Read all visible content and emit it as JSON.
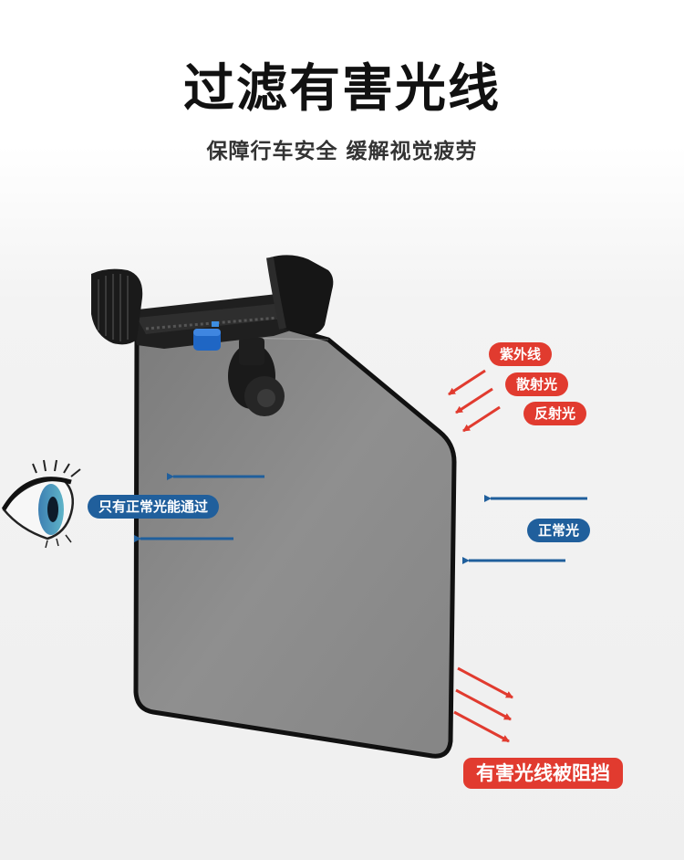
{
  "heading": {
    "title": "过滤有害光线",
    "subtitle": "保障行车安全  缓解视觉疲劳"
  },
  "labels": {
    "uv": "紫外线",
    "scattered": "散射光",
    "reflected": "反射光",
    "normal": "正常光",
    "only_normal": "只有正常光能通过",
    "blocked": "有害光线被阻挡"
  },
  "colors": {
    "harmful": "#e13b2f",
    "normal": "#205f9c",
    "lens": "#8e8e8e"
  },
  "icons": [
    "eye-icon",
    "phone-holder-clamp-icon",
    "suction-mount-icon"
  ]
}
